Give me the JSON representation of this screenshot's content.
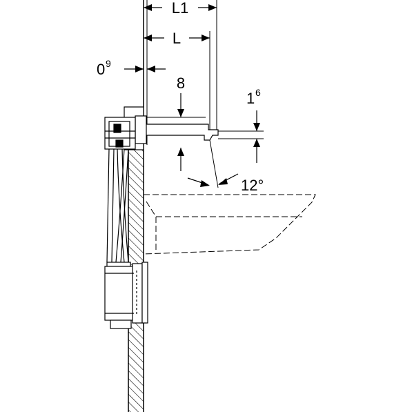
{
  "dimensions": {
    "L1": "L1",
    "L": "L",
    "wall_gap_main": "0",
    "wall_gap_sup": "9",
    "height_top": "8",
    "spout_offset_main": "1",
    "spout_offset_sup": "6",
    "angle": "12°"
  },
  "colors": {
    "line": "#000000",
    "background": "#ffffff"
  }
}
